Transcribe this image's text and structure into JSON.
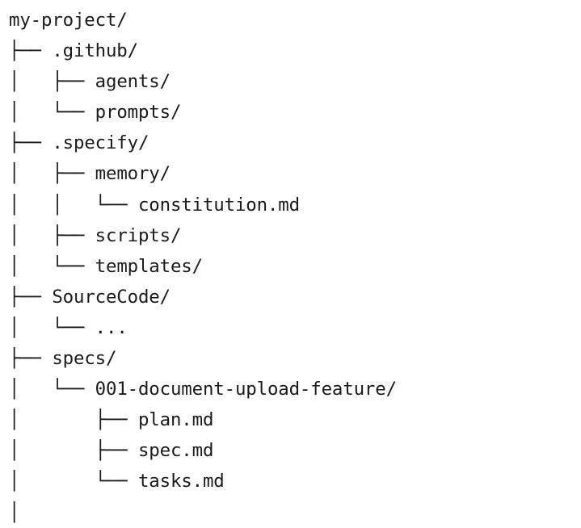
{
  "view": {
    "kind": "ascii-directory-tree",
    "root_label": "my-project/",
    "background_color": "#ffffff",
    "text_color": "#1b1b1b",
    "font_style": "monospace"
  },
  "tree": {
    "lines": [
      {
        "id": "root",
        "prefix": "",
        "label": "my-project/",
        "type": "directory",
        "depth": 0
      },
      {
        "id": "github",
        "prefix": "├── ",
        "label": ".github/",
        "type": "directory",
        "depth": 1
      },
      {
        "id": "github-agents",
        "prefix": "│   ├── ",
        "label": "agents/",
        "type": "directory",
        "depth": 2
      },
      {
        "id": "github-prompts",
        "prefix": "│   └── ",
        "label": "prompts/",
        "type": "directory",
        "depth": 2
      },
      {
        "id": "specify",
        "prefix": "├── ",
        "label": ".specify/",
        "type": "directory",
        "depth": 1
      },
      {
        "id": "specify-memory",
        "prefix": "│   ├── ",
        "label": "memory/",
        "type": "directory",
        "depth": 2
      },
      {
        "id": "constitution-md",
        "prefix": "│   │   └── ",
        "label": "constitution.md",
        "type": "file",
        "depth": 3
      },
      {
        "id": "specify-scripts",
        "prefix": "│   ├── ",
        "label": "scripts/",
        "type": "directory",
        "depth": 2
      },
      {
        "id": "specify-templates",
        "prefix": "│   └── ",
        "label": "templates/",
        "type": "directory",
        "depth": 2
      },
      {
        "id": "sourcecode",
        "prefix": "├── ",
        "label": "SourceCode/",
        "type": "directory",
        "depth": 1
      },
      {
        "id": "sourcecode-ellipsis",
        "prefix": "│   └── ",
        "label": "...",
        "type": "ellipsis",
        "depth": 2
      },
      {
        "id": "specs",
        "prefix": "├── ",
        "label": "specs/",
        "type": "directory",
        "depth": 1
      },
      {
        "id": "specs-feature",
        "prefix": "│   └── ",
        "label": "001-document-upload-feature/",
        "type": "directory",
        "depth": 2
      },
      {
        "id": "plan-md",
        "prefix": "│       ├── ",
        "label": "plan.md",
        "type": "file",
        "depth": 3
      },
      {
        "id": "spec-md",
        "prefix": "│       ├── ",
        "label": "spec.md",
        "type": "file",
        "depth": 3
      },
      {
        "id": "tasks-md",
        "prefix": "│       └── ",
        "label": "tasks.md",
        "type": "file",
        "depth": 3
      },
      {
        "id": "trunk-continuation",
        "prefix": "│",
        "label": "",
        "type": "connector",
        "depth": 1
      }
    ]
  }
}
